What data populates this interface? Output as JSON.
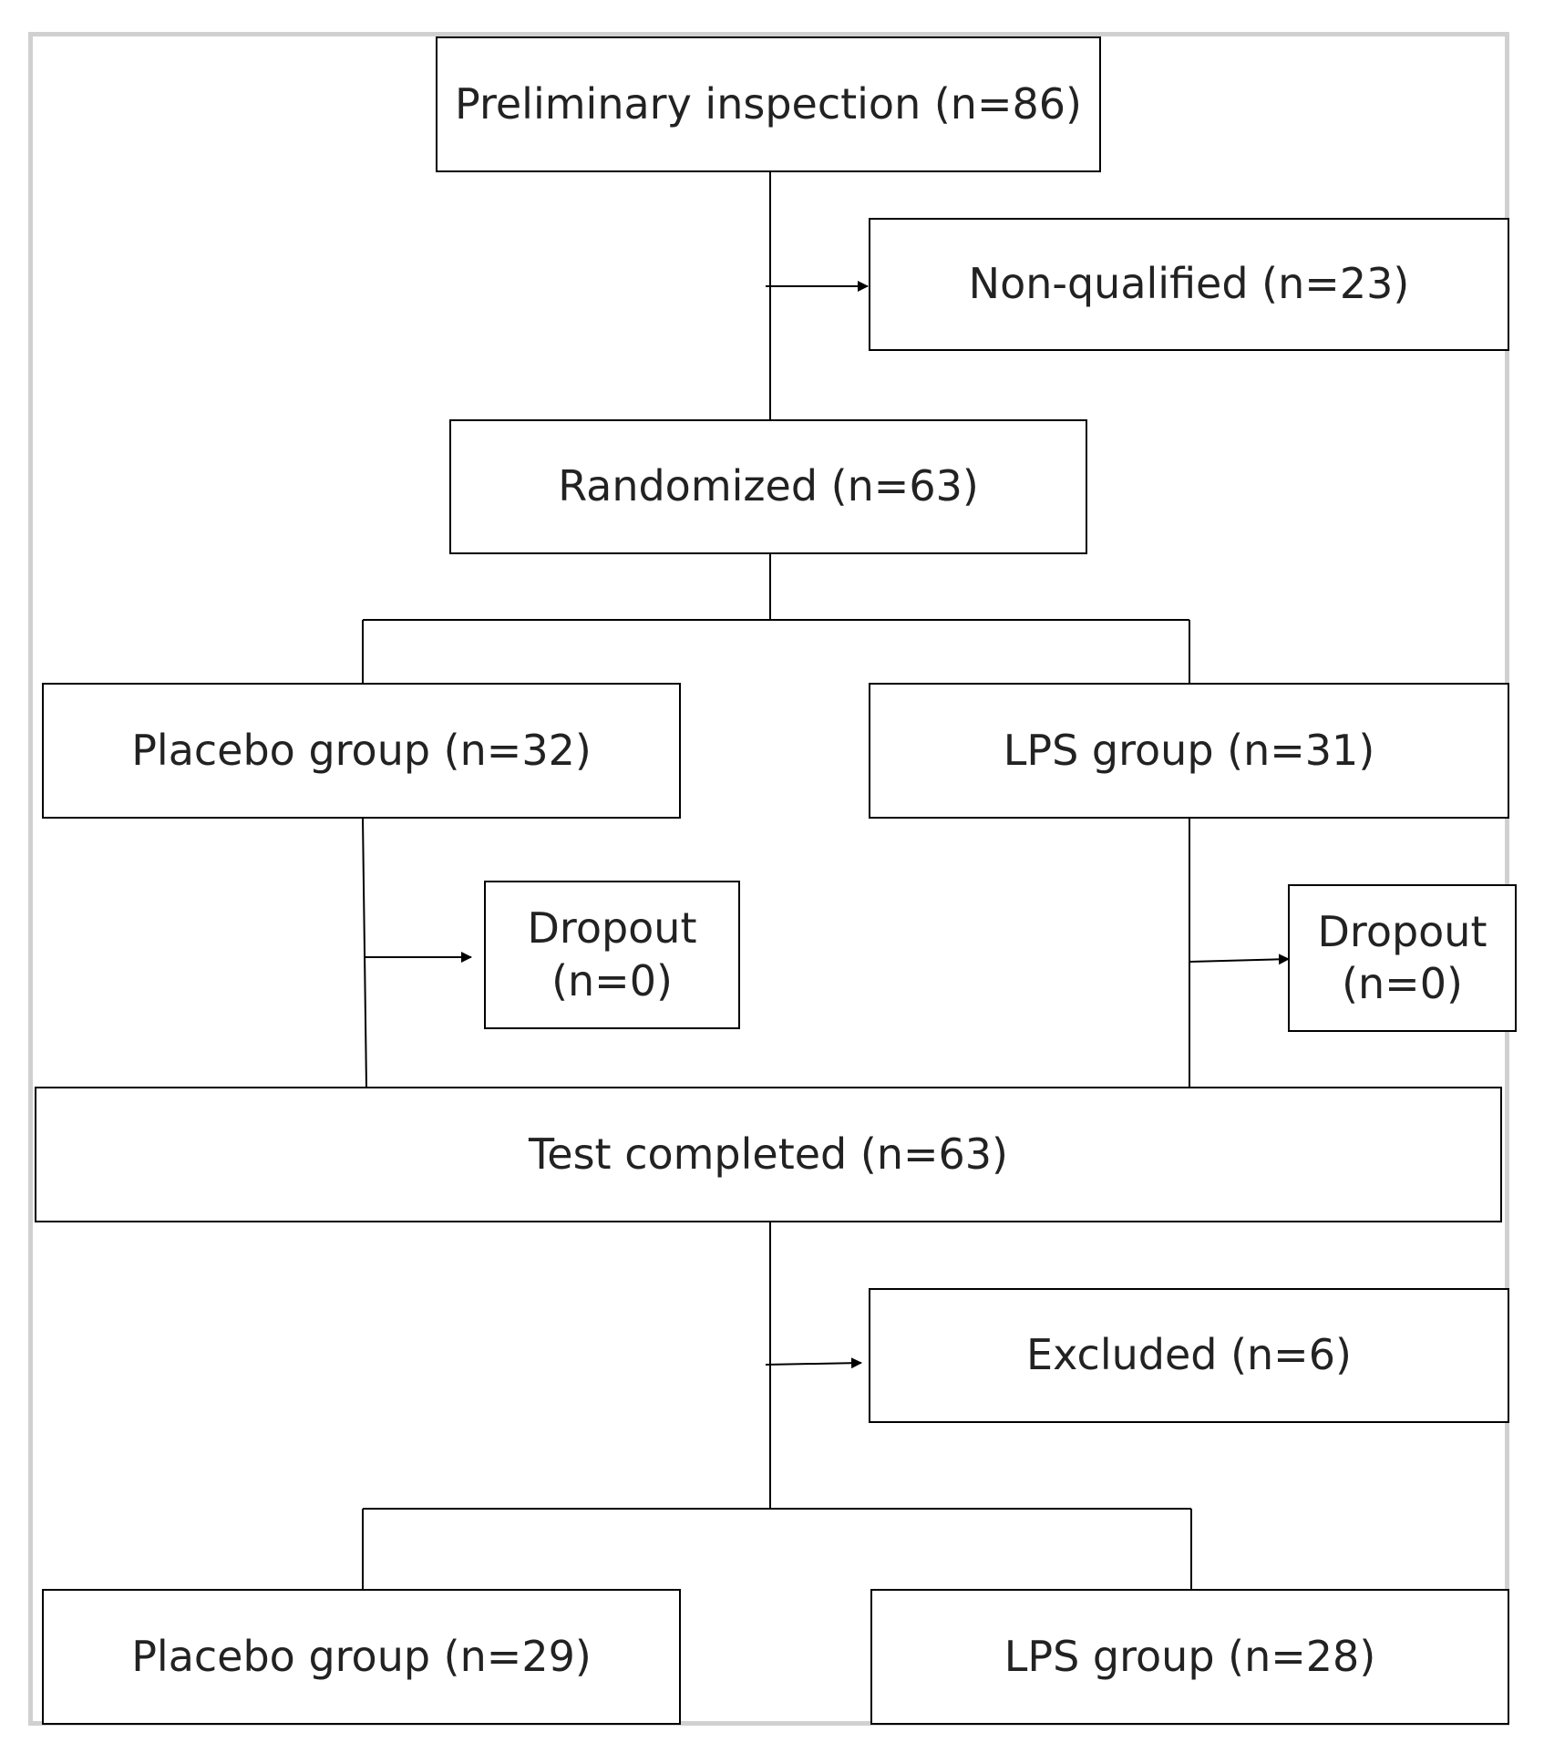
{
  "boxes": {
    "preliminary": "Preliminary inspection (n=86)",
    "non_qualified": "Non-qualified (n=23)",
    "randomized": "Randomized (n=63)",
    "placebo_group_1": "Placebo group (n=32)",
    "lps_group_1": "LPS group (n=31)",
    "dropout_placebo": "Dropout\n(n=0)",
    "dropout_lps": "Dropout\n(n=0)",
    "test_completed": "Test completed (n=63)",
    "excluded": "Excluded (n=6)",
    "placebo_group_2": "Placebo group (n=29)",
    "lps_group_2": "LPS group (n=28)"
  }
}
